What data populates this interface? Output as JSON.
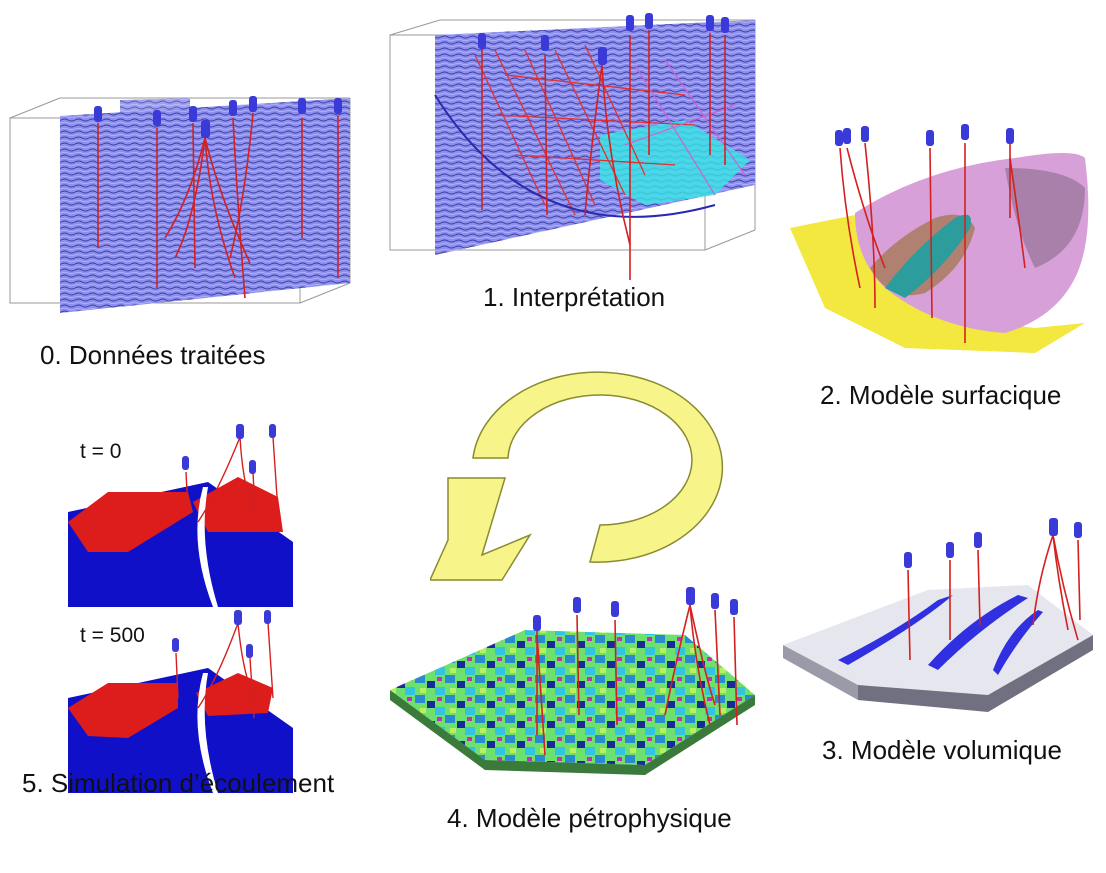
{
  "stages": {
    "s0": {
      "label": "0. Données traitées"
    },
    "s1": {
      "label": "1. Interprétation"
    },
    "s2": {
      "label": "2. Modèle surfacique"
    },
    "s3": {
      "label": "3. Modèle volumique"
    },
    "s4": {
      "label": "4. Modèle pétrophysique"
    },
    "s5": {
      "label": "5. Simulation d’écoulement",
      "t0_label": "t = 0",
      "t1_label": "t = 500"
    }
  },
  "colors": {
    "seismic": "#8d8ff0",
    "well_trajectory": "#d42020",
    "well_icon": "#3a3ad8",
    "cycle_arrow_fill": "#f7f58a",
    "cycle_arrow_stroke": "#8a8a30",
    "surface_pink": "#d8a0d8",
    "surface_yellow": "#f2e840",
    "sim_water": "#1010c8",
    "sim_oil": "#dd1c1c",
    "volume_grey": "#e6e6ee"
  }
}
